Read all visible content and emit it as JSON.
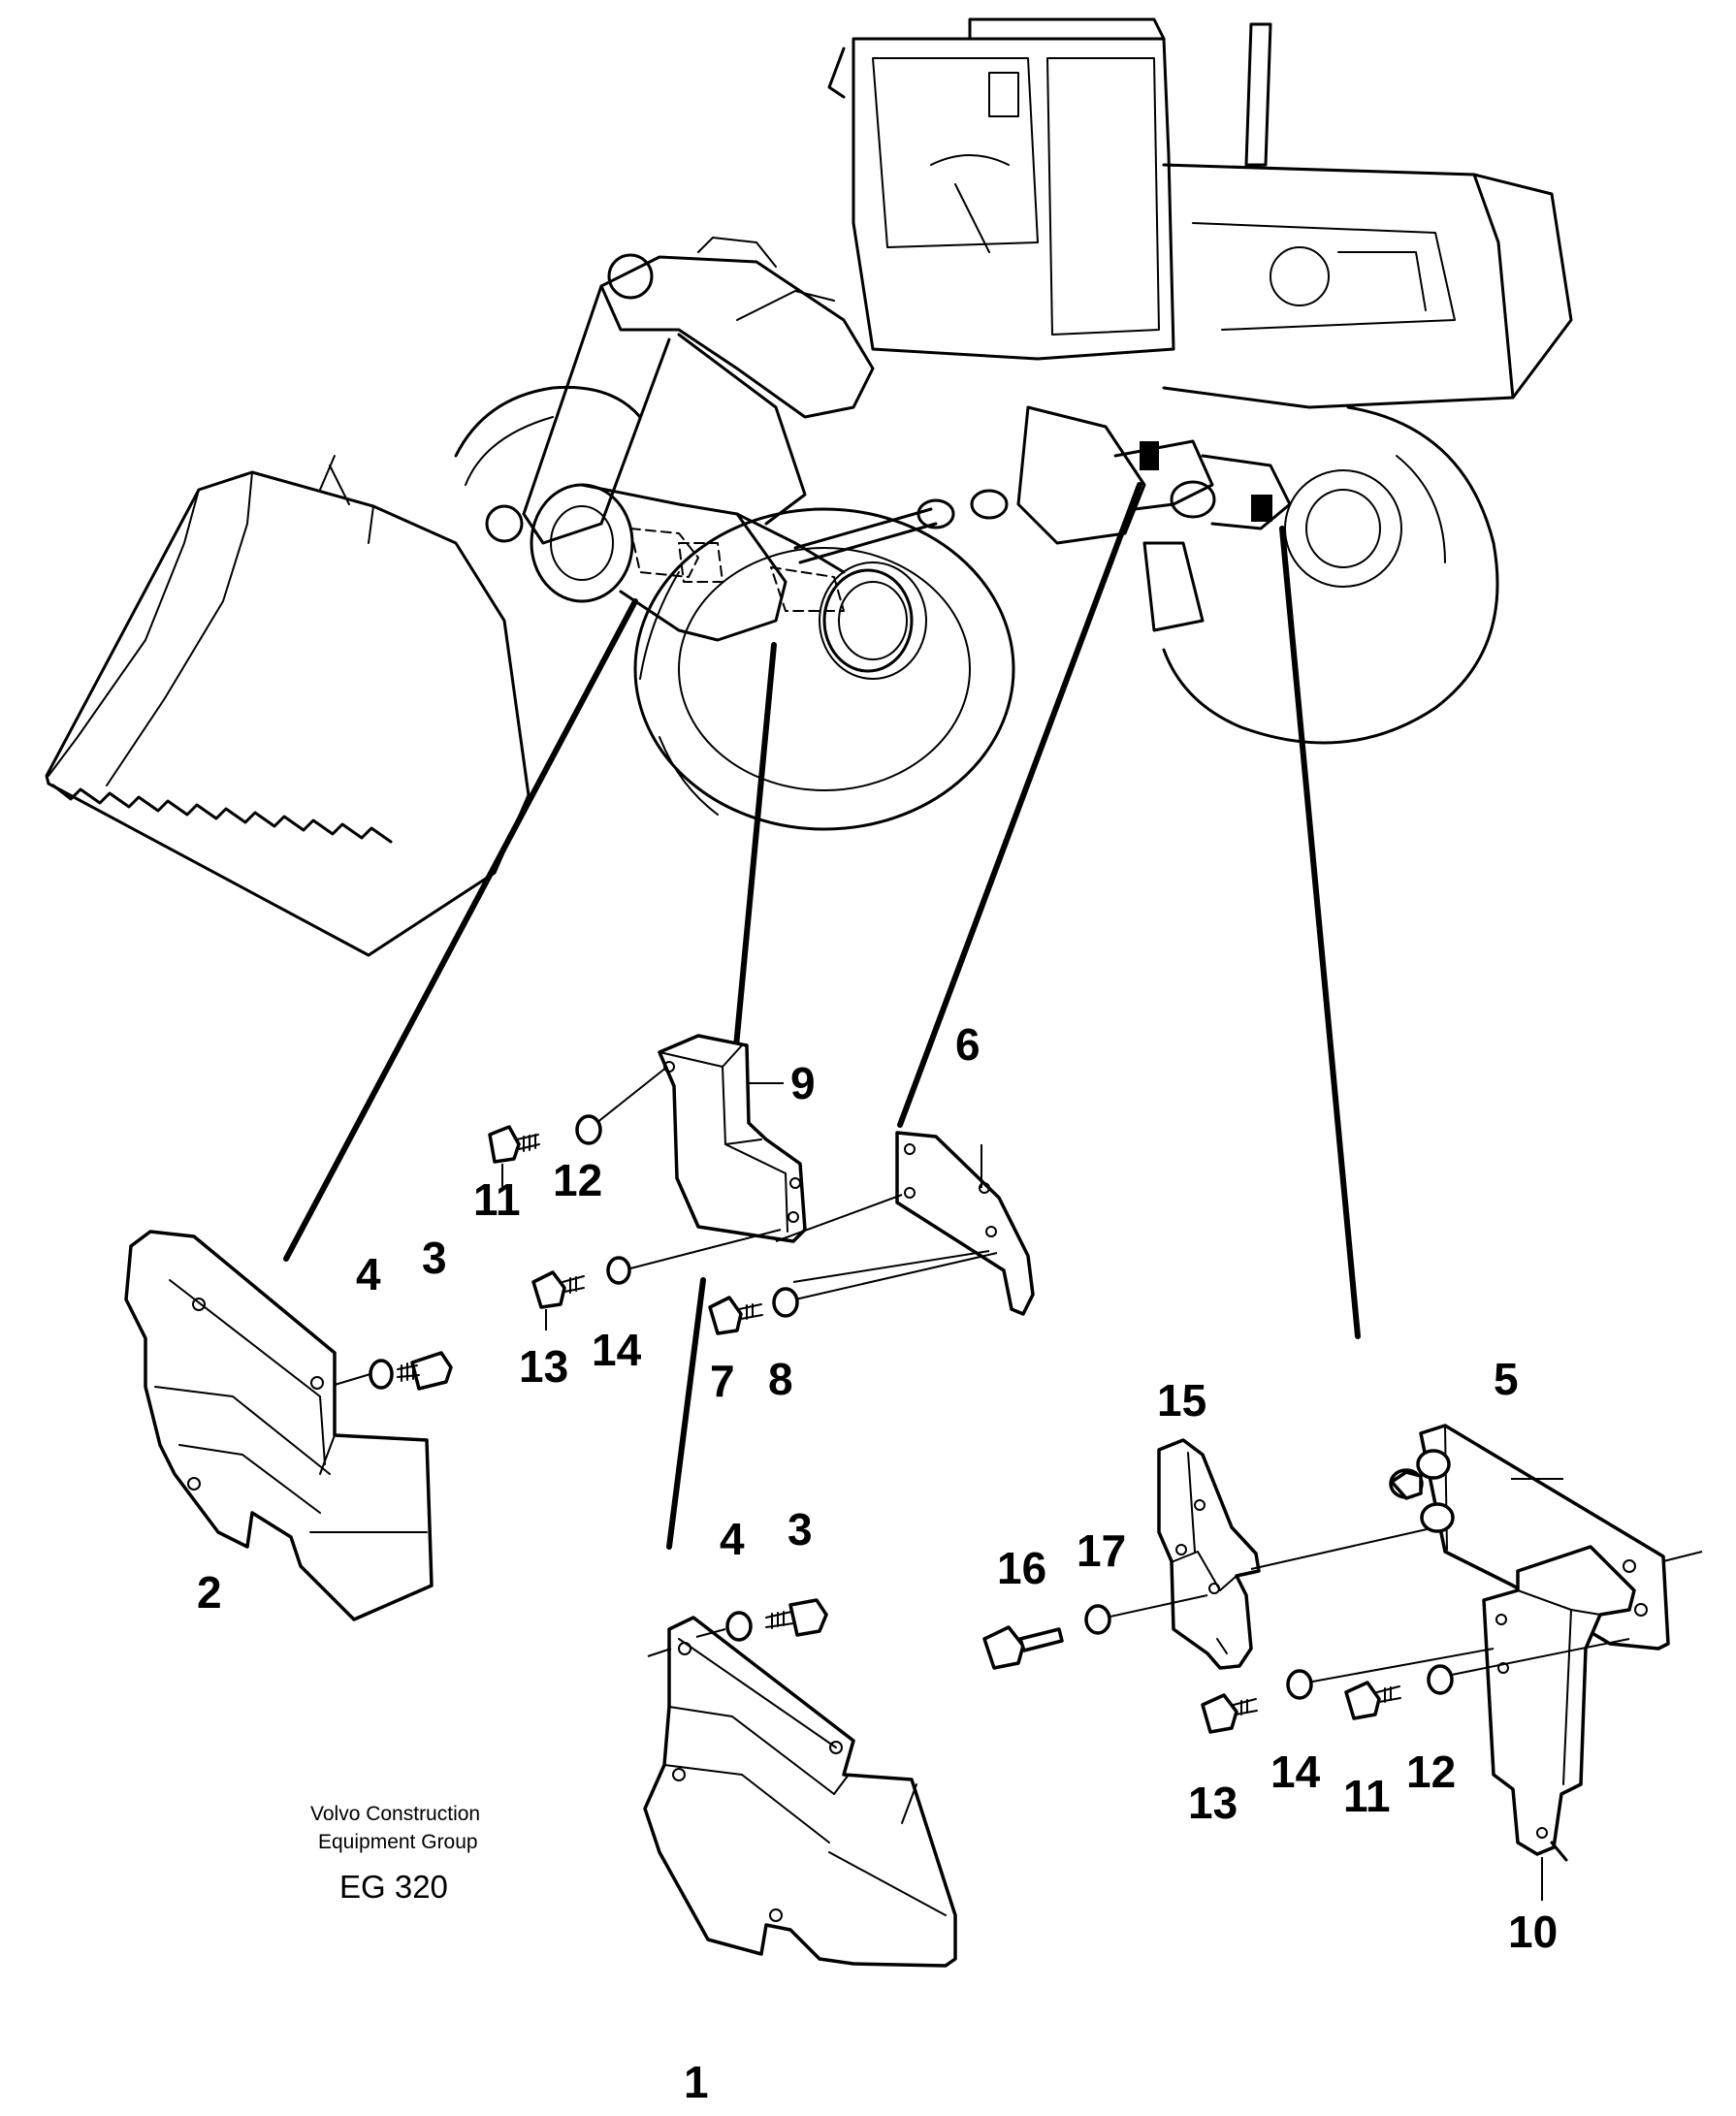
{
  "caption": {
    "vendor_line1": "Volvo Construction",
    "vendor_line2": "Equipment Group",
    "code": "EG 320"
  },
  "callouts": {
    "c1": "1",
    "c2": "2",
    "c3a": "3",
    "c3b": "3",
    "c4a": "4",
    "c4b": "4",
    "c5": "5",
    "c6": "6",
    "c7": "7",
    "c8": "8",
    "c9": "9",
    "c10": "10",
    "c11a": "11",
    "c11b": "11",
    "c12a": "12",
    "c12b": "12",
    "c13a": "13",
    "c13b": "13",
    "c14a": "14",
    "c14b": "14",
    "c15": "15",
    "c16": "16",
    "c17": "17"
  }
}
